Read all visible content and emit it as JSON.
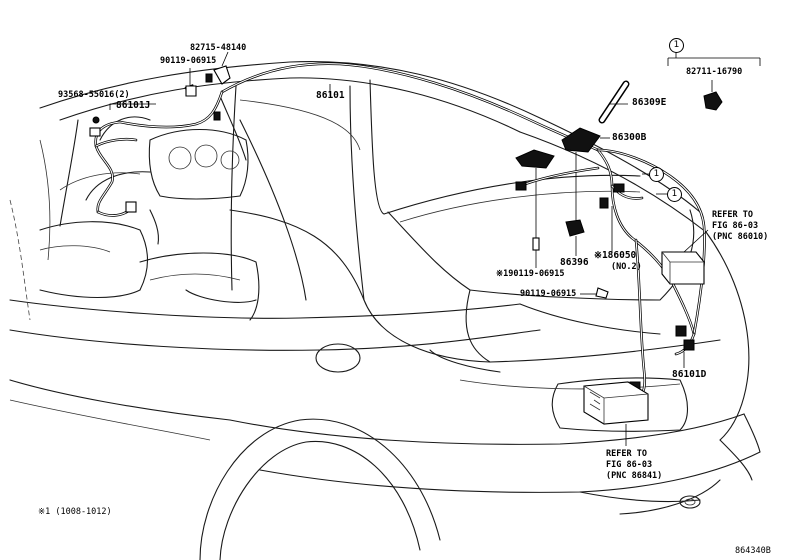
{
  "labels": {
    "p82715": "82715-48140",
    "p90119_top": "90119-06915",
    "p93568": "93568-55016(2)",
    "p86101J": "86101J",
    "p86101": "86101",
    "p86309E": "86309E",
    "p86300B": "86300B",
    "p86396": "86396",
    "p186050": "※186050",
    "p186050_sub": "(NO.2)",
    "p190119": "※190119-06915",
    "p90119_mid": "90119-06915",
    "p86101D": "86101D",
    "p82711": "82711-16790"
  },
  "callouts": {
    "inset": "1",
    "cable_a": "1",
    "cable_b": "1"
  },
  "refs": {
    "right": [
      "REFER TO",
      "FIG 86-03",
      "(PNC 86010)"
    ],
    "bottom": [
      "REFER TO",
      "FIG 86-03",
      "(PNC 86841)"
    ]
  },
  "footnote": "※1 (1008-1012)",
  "diagram_id": "864340B"
}
